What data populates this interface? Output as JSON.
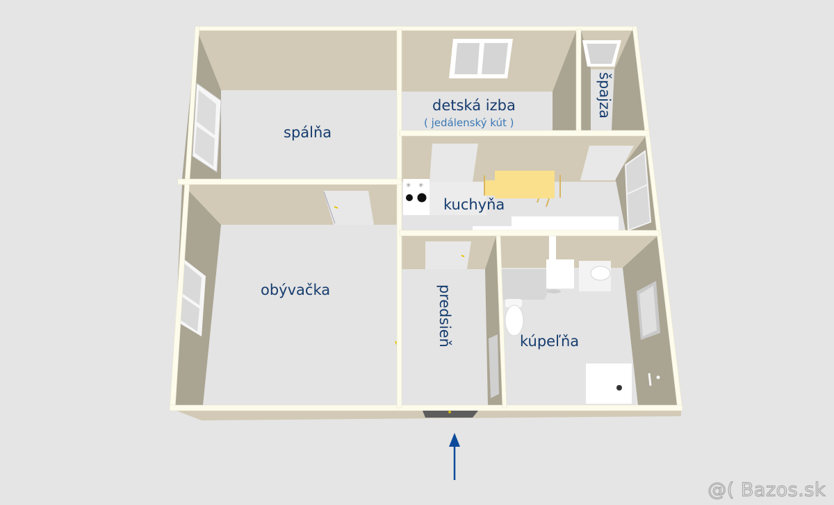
{
  "floorplan": {
    "rooms": {
      "bedroom": {
        "label": "spálňa"
      },
      "kids_room": {
        "label": "detská izba",
        "sublabel": "( jedálenský kút )"
      },
      "pantry": {
        "label": "špajza"
      },
      "kitchen": {
        "label": "kuchyňa"
      },
      "living_room": {
        "label": "obývačka"
      },
      "hallway": {
        "label": "predsieň"
      },
      "bathroom": {
        "label": "kúpeľňa"
      }
    },
    "entrance_arrow": {
      "icon": "arrow-up-icon",
      "color": "#0d4a9a"
    },
    "colors": {
      "background": "#e5e5e5",
      "floor": "#e4e4e4",
      "wall_back": "#d2cab6",
      "wall_side": "#aaa492",
      "wall_top": "#fdfbeb",
      "label": "#163c6e",
      "sublabel": "#3b78b4",
      "table": "#fae08c"
    }
  },
  "watermark": {
    "text": "@( Bazos.sk"
  }
}
